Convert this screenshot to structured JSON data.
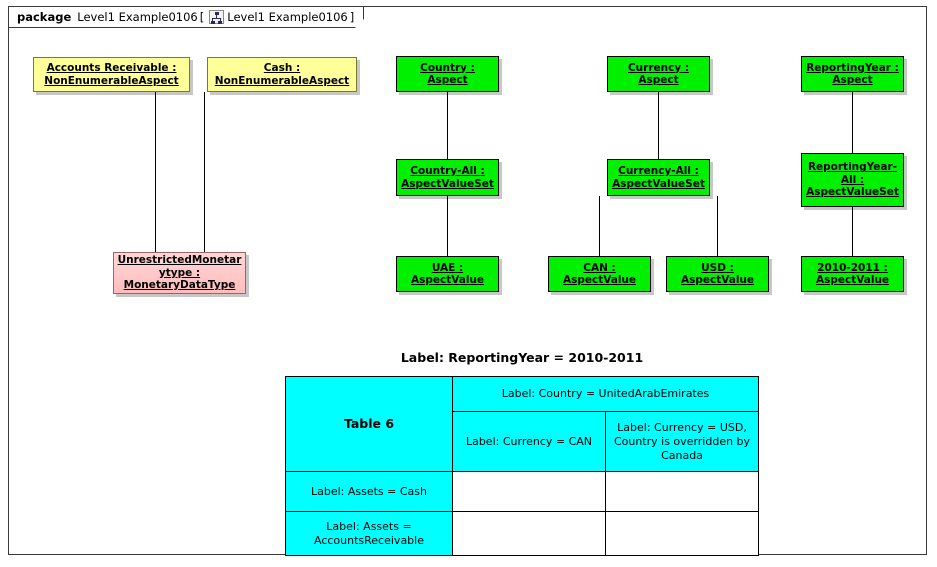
{
  "frame": {
    "keyword": "package",
    "name": "Level1 Example0106",
    "bracket_open": "[",
    "tab_icon": "hierarchy-icon",
    "diagram_name": "Level1 Example0106",
    "bracket_close": "]"
  },
  "nodes": [
    {
      "id": "accounts-receivable",
      "line1": "Accounts Receivable :",
      "line2": "NonEnumerableAspect",
      "color": "#ffff99",
      "kind": "yellow"
    },
    {
      "id": "cash",
      "line1": "Cash :",
      "line2": "NonEnumerableAspect",
      "color": "#ffff99",
      "kind": "yellow"
    },
    {
      "id": "country-aspect",
      "line1": "Country :",
      "line2": "Aspect",
      "color": "#00f000",
      "kind": "green"
    },
    {
      "id": "currency-aspect",
      "line1": "Currency :",
      "line2": "Aspect",
      "color": "#00f000",
      "kind": "green"
    },
    {
      "id": "reportingyear-aspect",
      "line1": "ReportingYear :",
      "line2": "Aspect",
      "color": "#00f000",
      "kind": "green"
    },
    {
      "id": "country-all",
      "line1": "Country-All :",
      "line2": "AspectValueSet",
      "color": "#00f000",
      "kind": "green"
    },
    {
      "id": "currency-all",
      "line1": "Currency-All :",
      "line2": "AspectValueSet",
      "color": "#00f000",
      "kind": "green"
    },
    {
      "id": "reportingyear-all",
      "line1": "ReportingYear-",
      "line2": "All :",
      "line3": "AspectValueSet",
      "color": "#00f000",
      "kind": "green"
    },
    {
      "id": "unrestricted-monetarytype",
      "line1": "UnrestrictedMonetar",
      "line2": "ytype :",
      "line3": "MonetaryDataType",
      "color": "#ffcccc",
      "kind": "pink"
    },
    {
      "id": "uae",
      "line1": "UAE :",
      "line2": "AspectValue",
      "color": "#00f000",
      "kind": "green"
    },
    {
      "id": "can",
      "line1": "CAN :",
      "line2": "AspectValue",
      "color": "#00f000",
      "kind": "green"
    },
    {
      "id": "usd",
      "line1": "USD :",
      "line2": "AspectValue",
      "color": "#00f000",
      "kind": "green"
    },
    {
      "id": "year-2010-2011",
      "line1": "2010-2011 :",
      "line2": "AspectValue",
      "color": "#00f000",
      "kind": "green"
    }
  ],
  "table": {
    "caption": "Label: ReportingYear = 2010-2011",
    "corner_label": "Table 6",
    "country_header": "Label: Country = UnitedArabEmirates",
    "currency_can_header": "Label: Currency = CAN",
    "currency_usd_header": "Label: Currency = USD, Country is overridden by Canada",
    "row_labels": [
      "Label: Assets = Cash",
      "Label: Assets = AccountsReceivable"
    ],
    "cells": [
      [
        "",
        ""
      ],
      [
        "",
        ""
      ]
    ],
    "header_color": "#00ffff"
  }
}
